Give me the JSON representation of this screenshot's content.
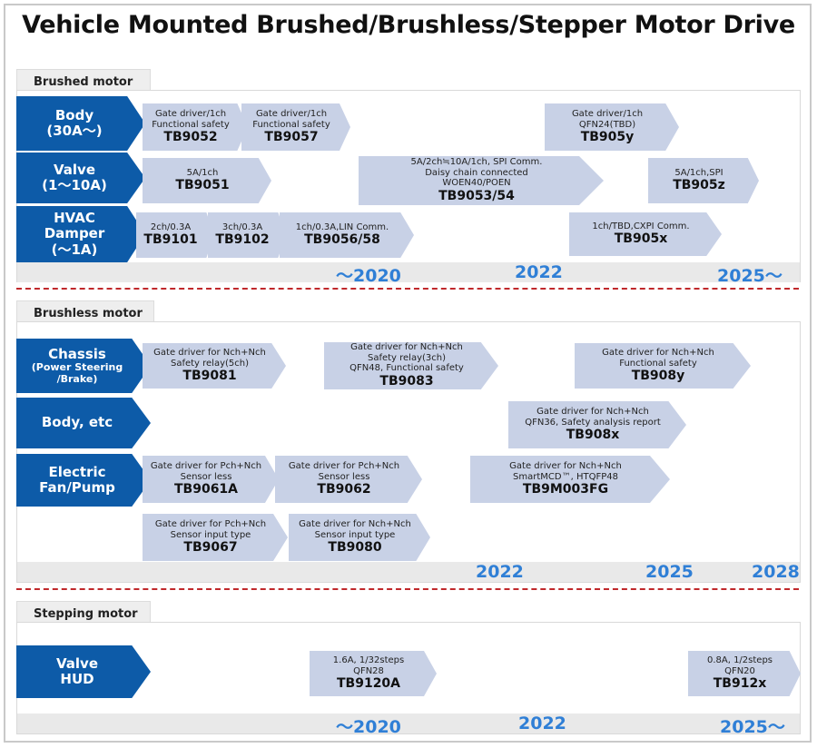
{
  "title": "Vehicle Mounted Brushed/Brushless/Stepper Motor Drive",
  "sections": {
    "brushed": {
      "label": "Brushed motor",
      "years": [
        "～2020",
        "2022",
        "2025～"
      ],
      "categories": [
        {
          "lines": [
            "Body",
            "(30A～)"
          ]
        },
        {
          "lines": [
            "Valve",
            "(1～10A)"
          ]
        },
        {
          "lines": [
            "HVAC",
            "Damper",
            "(～1A)"
          ]
        }
      ],
      "items": [
        {
          "desc": [
            "Gate driver/1ch",
            "Functional safety"
          ],
          "part": "TB9052"
        },
        {
          "desc": [
            "Gate driver/1ch",
            "Functional safety"
          ],
          "part": "TB9057"
        },
        {
          "desc": [
            "Gate driver/1ch",
            "QFN24(TBD)"
          ],
          "part": "TB905y"
        },
        {
          "desc": [
            "5A/1ch"
          ],
          "part": "TB9051"
        },
        {
          "desc": [
            "5A/2ch≒10A/1ch, SPI Comm.",
            "Daisy chain connected",
            "WOEN40/POEN"
          ],
          "part": "TB9053/54"
        },
        {
          "desc": [
            "5A/1ch,SPI"
          ],
          "part": "TB905z"
        },
        {
          "desc": [
            "2ch/0.3A"
          ],
          "part": "TB9101"
        },
        {
          "desc": [
            "3ch/0.3A"
          ],
          "part": "TB9102"
        },
        {
          "desc": [
            "1ch/0.3A,LIN Comm."
          ],
          "part": "TB9056/58"
        },
        {
          "desc": [
            "1ch/TBD,CXPI Comm."
          ],
          "part": "TB905x"
        }
      ]
    },
    "brushless": {
      "label": "Brushless motor",
      "years": [
        "2022",
        "2025",
        "2028"
      ],
      "categories": [
        {
          "lines": [
            "Chassis",
            "(Power Steering",
            "/Brake)"
          ]
        },
        {
          "lines": [
            "Body, etc"
          ]
        },
        {
          "lines": [
            "Electric",
            "Fan/Pump"
          ]
        }
      ],
      "items": [
        {
          "desc": [
            "Gate driver for Nch+Nch",
            "Safety relay(5ch)"
          ],
          "part": "TB9081"
        },
        {
          "desc": [
            "Gate driver for Nch+Nch",
            "Safety relay(3ch)",
            "QFN48, Functional safety"
          ],
          "part": "TB9083"
        },
        {
          "desc": [
            "Gate driver for Nch+Nch",
            "Functional safety"
          ],
          "part": "TB908y"
        },
        {
          "desc": [
            "Gate driver for Nch+Nch",
            "QFN36, Safety analysis report"
          ],
          "part": "TB908x"
        },
        {
          "desc": [
            "Gate driver for Pch+Nch",
            "Sensor less"
          ],
          "part": "TB9061A"
        },
        {
          "desc": [
            "Gate driver for Pch+Nch",
            "Sensor less"
          ],
          "part": "TB9062"
        },
        {
          "desc": [
            "Gate driver for Nch+Nch",
            "SmartMCD™, HTQFP48"
          ],
          "part": "TB9M003FG"
        },
        {
          "desc": [
            "Gate driver for Pch+Nch",
            "Sensor input type"
          ],
          "part": "TB9067"
        },
        {
          "desc": [
            "Gate driver for Nch+Nch",
            "Sensor input type"
          ],
          "part": "TB9080"
        }
      ]
    },
    "stepping": {
      "label": "Stepping motor",
      "years": [
        "～2020",
        "2022",
        "2025～"
      ],
      "categories": [
        {
          "lines": [
            "Valve",
            "HUD"
          ]
        }
      ],
      "items": [
        {
          "desc": [
            "1.6A, 1/32steps",
            "QFN28"
          ],
          "part": "TB9120A"
        },
        {
          "desc": [
            "0.8A, 1/2steps",
            "QFN20"
          ],
          "part": "TB912x"
        }
      ]
    }
  }
}
